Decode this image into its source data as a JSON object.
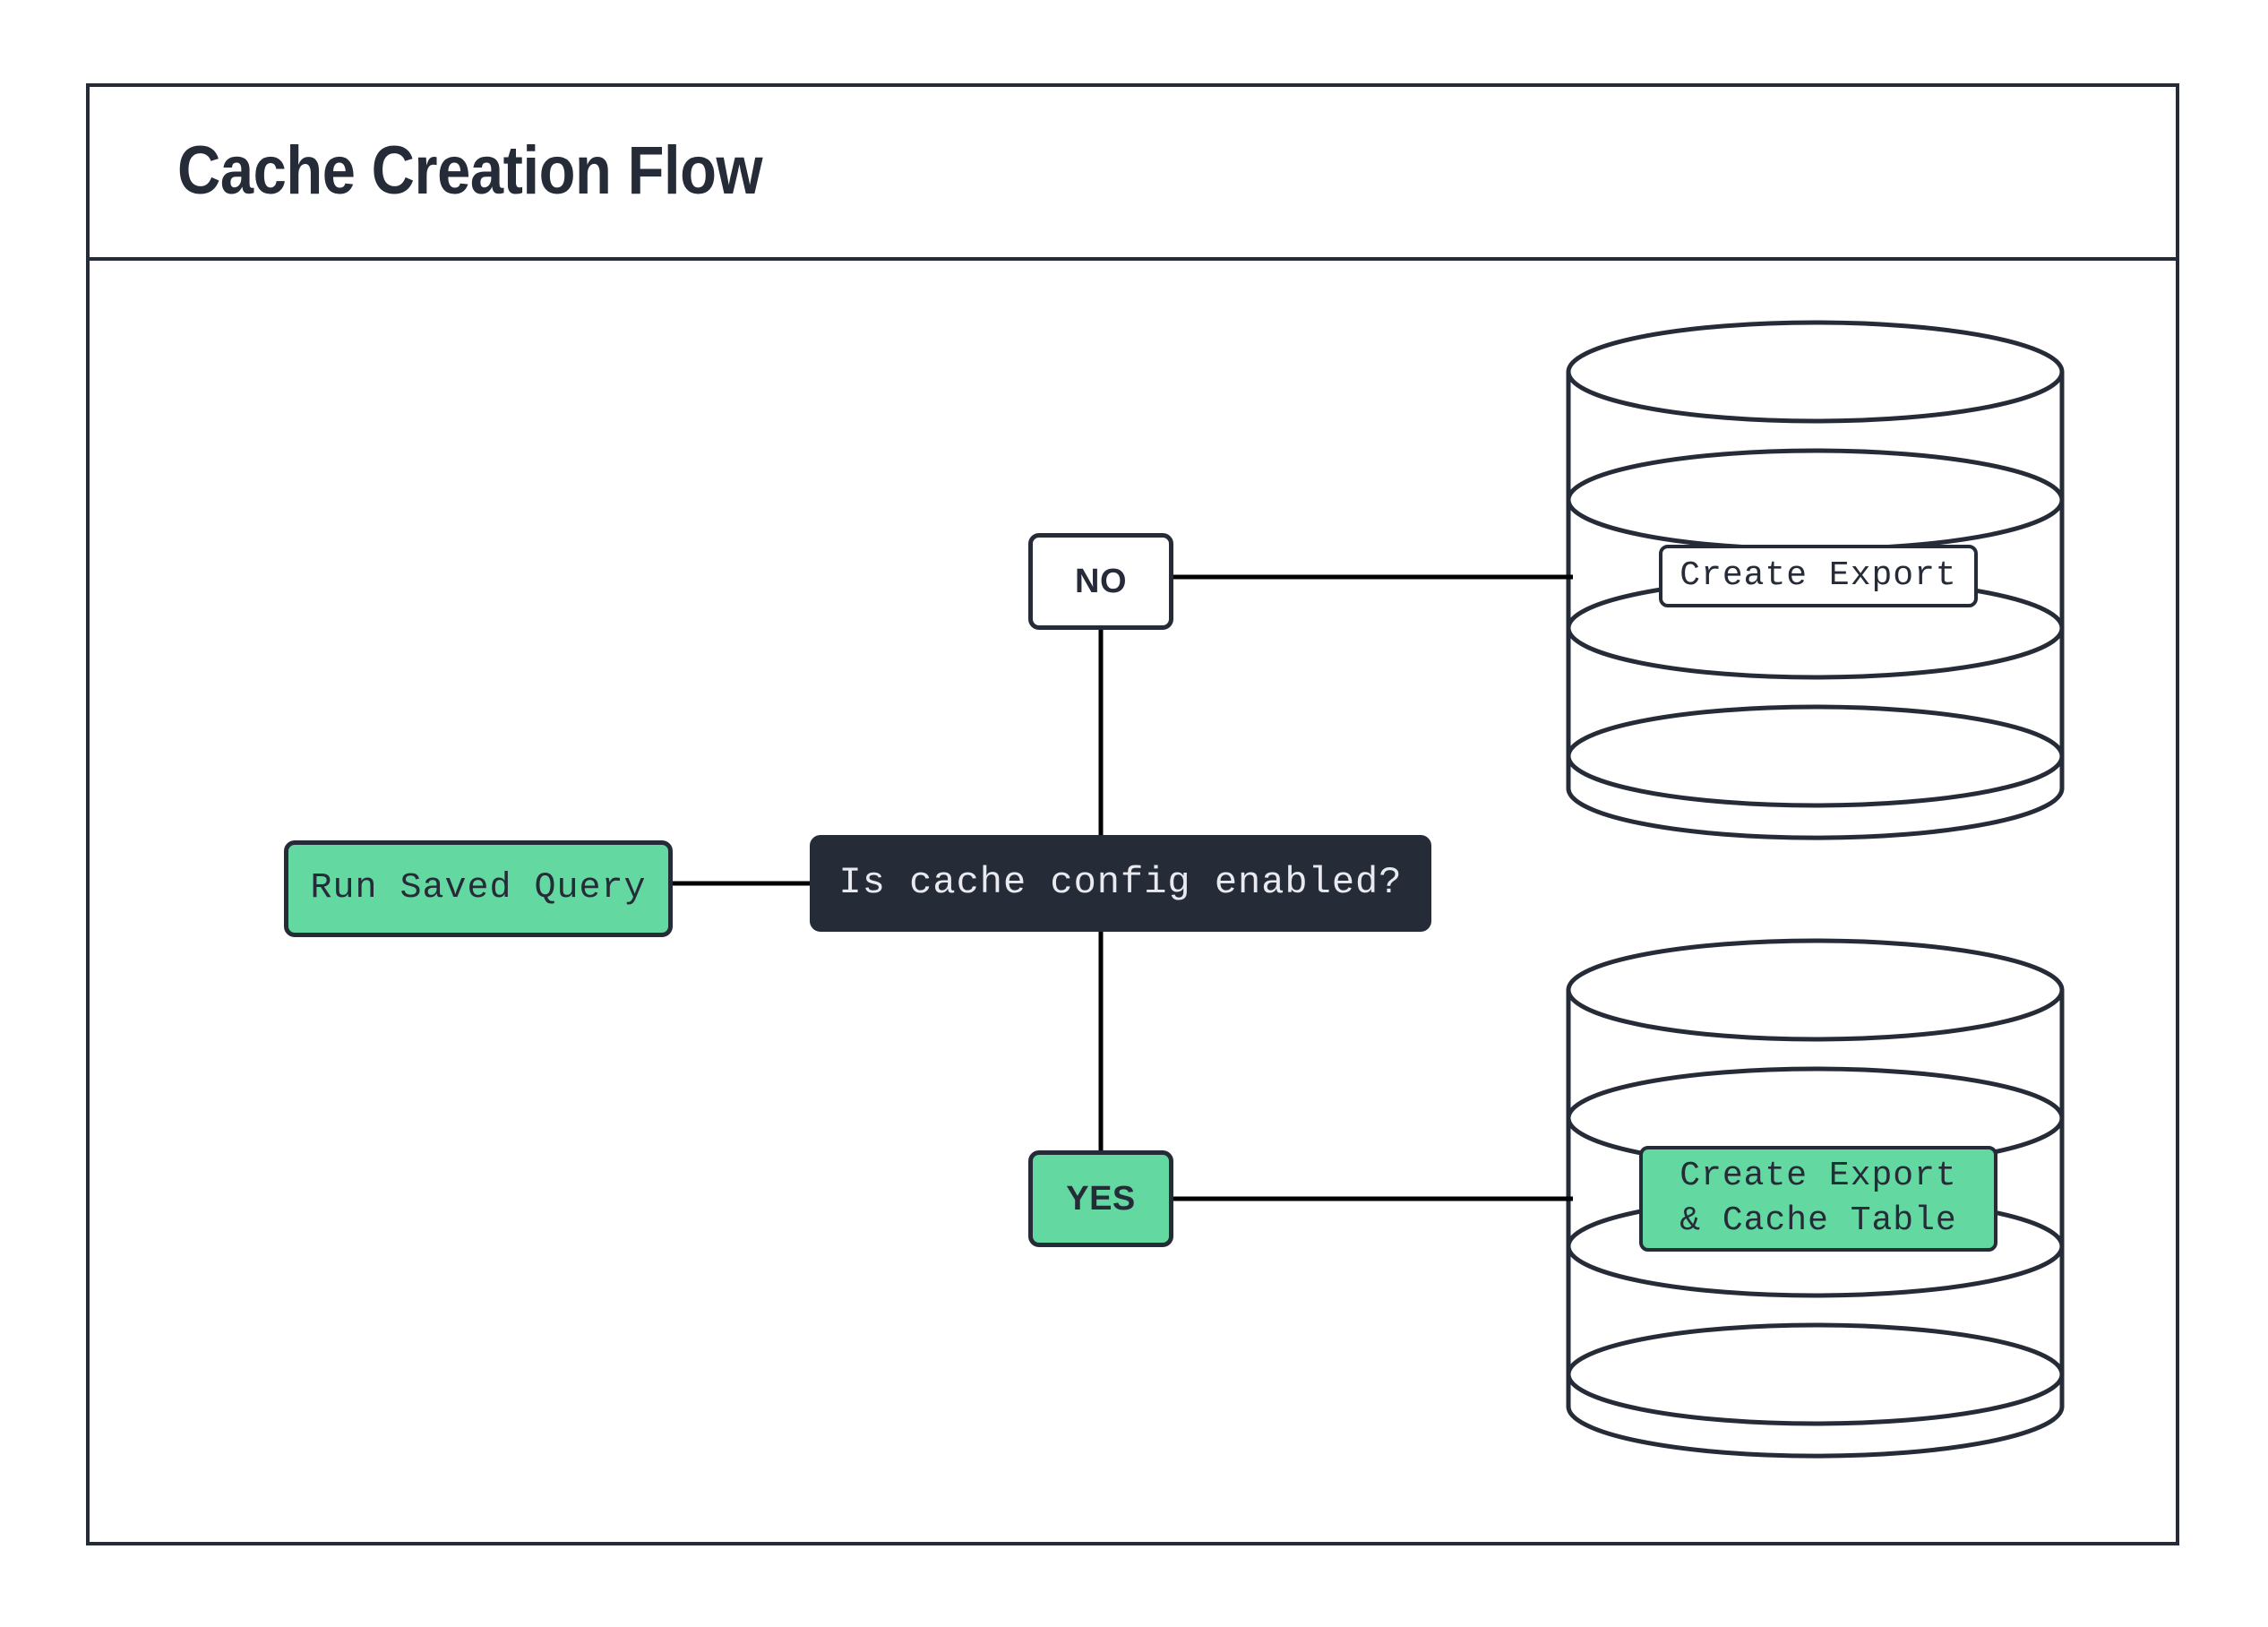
{
  "diagram": {
    "title": "Cache Creation Flow",
    "type": "flowchart",
    "colors": {
      "ink": "#262b38",
      "accent_green": "#63d8a0",
      "surface": "#ffffff",
      "decision_text": "#e8eaef",
      "edge": "#000000"
    },
    "nodes": {
      "run_saved_query": {
        "label": "Run Saved Query",
        "shape": "rounded-rect",
        "fill": "#63d8a0"
      },
      "decision": {
        "label": "Is cache config enabled?",
        "shape": "rounded-rect",
        "fill": "#262b38"
      },
      "no_branch": {
        "label": "NO",
        "shape": "rounded-rect",
        "fill": "#ffffff"
      },
      "yes_branch": {
        "label": "YES",
        "shape": "rounded-rect",
        "fill": "#63d8a0"
      },
      "create_export": {
        "label": "Create Export",
        "shape": "rounded-rect-on-cylinder",
        "fill": "#ffffff"
      },
      "create_export_cache": {
        "label_line1": "Create Export",
        "label_line2": "& Cache Table",
        "shape": "rounded-rect-on-cylinder",
        "fill": "#63d8a0"
      }
    },
    "cylinders": [
      {
        "name": "top-database",
        "layers": 3,
        "fill": "#ffffff"
      },
      {
        "name": "bottom-database",
        "layers": 3,
        "fill": "#ffffff"
      }
    ],
    "edges": [
      {
        "from": "run_saved_query",
        "to": "decision",
        "label": ""
      },
      {
        "from": "decision",
        "to": "no_branch",
        "label": ""
      },
      {
        "from": "decision",
        "to": "yes_branch",
        "label": ""
      },
      {
        "from": "no_branch",
        "to": "create_export",
        "label": ""
      },
      {
        "from": "yes_branch",
        "to": "create_export_cache",
        "label": ""
      }
    ]
  }
}
